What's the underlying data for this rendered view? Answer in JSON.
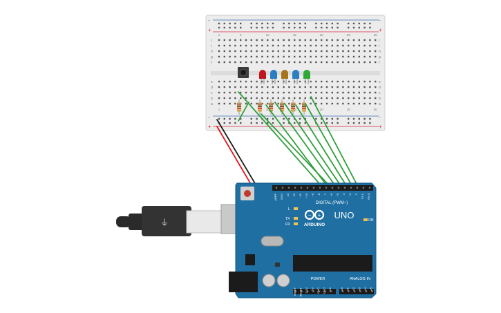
{
  "colors": {
    "board_blue": "#1f6fa3",
    "board_dark": "#155a87",
    "breadboard_bg": "#ececec",
    "rail_red": "#d7263d",
    "rail_blue": "#3b6fb6",
    "wire_green": "#2e9e3a",
    "wire_red": "#e0141c",
    "wire_black": "#1a1a1a",
    "led_colors": [
      "#c0161d",
      "#2b7fc0",
      "#a8741a",
      "#2b7fc0",
      "#2ea838"
    ]
  },
  "breadboard": {
    "rail_plus": "+",
    "rail_minus": "-",
    "row_letters_top": [
      "j",
      "i",
      "h",
      "g",
      "f"
    ],
    "row_letters_bottom": [
      "e",
      "d",
      "c",
      "b",
      "a"
    ],
    "column_numbers": [
      "1",
      "5",
      "10",
      "15",
      "20",
      "25",
      "30"
    ]
  },
  "components": {
    "button": "push-button",
    "leds": [
      "red",
      "blue",
      "orange",
      "blue",
      "green"
    ],
    "resistors_count": 6
  },
  "arduino": {
    "model": "UNO",
    "brand": "ARDUINO",
    "digital_label": "DIGITAL (PWM~)",
    "power_label": "POWER",
    "analog_label": "ANALOG IN",
    "on_label": "ON",
    "l_label": "L",
    "tx_label": "TX",
    "rx_label": "RX",
    "digital_pins": [
      "AREF",
      "GND",
      "13",
      "12",
      "~11",
      "~10",
      "~9",
      "8",
      "7",
      "~6",
      "~5",
      "4",
      "~3",
      "2",
      "TX 1",
      "RX 0"
    ],
    "power_pins": [
      "IOREF",
      "RESET",
      "3.3V",
      "5V",
      "GND",
      "GND",
      "Vin"
    ],
    "analog_pins": [
      "A0",
      "A1",
      "A2",
      "A3",
      "A4",
      "A5"
    ]
  }
}
